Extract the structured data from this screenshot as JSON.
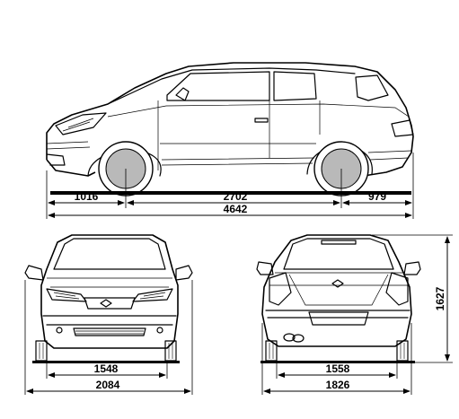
{
  "dimensions": {
    "side": {
      "front_overhang": "1016",
      "wheelbase": "2702",
      "rear_overhang": "979",
      "overall_length": "4642"
    },
    "front": {
      "front_track": "1548",
      "width_with_mirrors": "2084"
    },
    "rear": {
      "rear_track": "1558",
      "body_width": "1826",
      "height": "1627"
    }
  }
}
